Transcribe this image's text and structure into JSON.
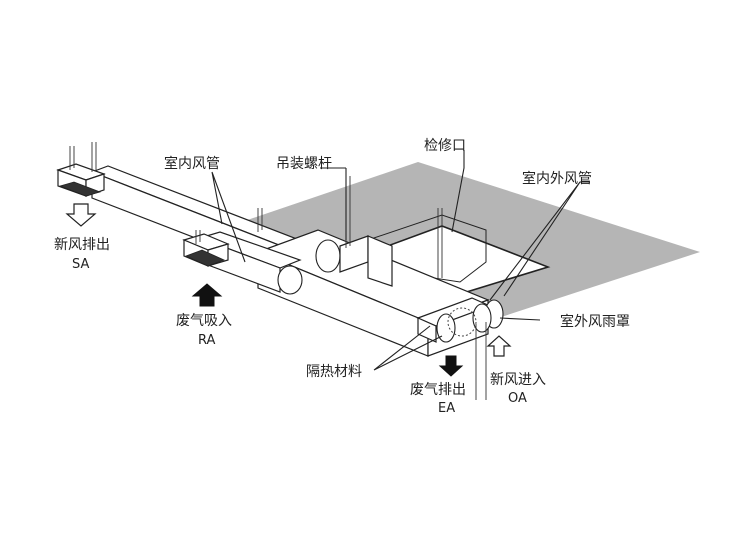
{
  "labels": {
    "indoor_duct": "室内风管",
    "hanging_rod": "吊装螺杆",
    "access_port": "检修口",
    "indoor_outdoor_duct": "室内外风管",
    "outdoor_hood": "室外风雨罩",
    "insulation": "隔热材料",
    "fresh_supply": "新风排出",
    "fresh_supply_code": "SA",
    "return_air": "废气吸入",
    "return_air_code": "RA",
    "exhaust_air": "废气排出",
    "exhaust_air_code": "EA",
    "outdoor_air": "新风进入",
    "outdoor_air_code": "OA"
  },
  "colors": {
    "ceiling": "#b5b5b5",
    "line": "#222222",
    "background": "#ffffff"
  }
}
